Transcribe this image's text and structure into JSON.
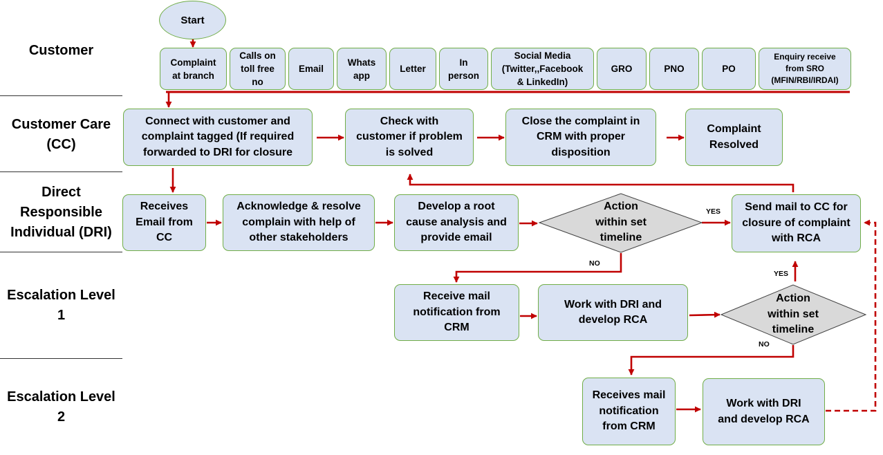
{
  "lanes": {
    "customer": "Customer",
    "cc": [
      "Customer Care",
      "(CC)"
    ],
    "dri": [
      "Direct",
      "Responsible",
      "Individual (DRI)"
    ],
    "esc1": [
      "Escalation Level",
      "1"
    ],
    "esc2": [
      "Escalation Level",
      "2"
    ]
  },
  "start": "Start",
  "channels": [
    [
      "Complaint",
      "at branch"
    ],
    [
      "Calls on",
      "toll free",
      "no"
    ],
    [
      "Email"
    ],
    [
      "Whats",
      "app"
    ],
    [
      "Letter"
    ],
    [
      "In",
      "person"
    ],
    [
      "Social Media",
      "(Twitter,,Facebook",
      "& LinkedIn)"
    ],
    [
      "GRO"
    ],
    [
      "PNO"
    ],
    [
      "PO"
    ],
    [
      "Enquiry receive",
      "from SRO",
      "(MFIN/RBI/IRDAI)"
    ]
  ],
  "cc": {
    "connect": [
      "Connect with customer and",
      "complaint tagged (If required",
      "forwarded to DRI for closure"
    ],
    "check": [
      "Check with",
      "customer if problem",
      "is solved"
    ],
    "close": [
      "Close the complaint in",
      "CRM with proper",
      "disposition"
    ],
    "resolved": [
      "Complaint",
      "Resolved"
    ]
  },
  "dri": {
    "receives": [
      "Receives",
      "Email from",
      "CC"
    ],
    "acknowledge": [
      "Acknowledge & resolve",
      "complain with help of",
      "other stakeholders"
    ],
    "develop": [
      "Develop a root",
      "cause analysis and",
      "provide email"
    ],
    "decision": [
      "Action",
      "within set",
      "timeline"
    ],
    "send": [
      "Send mail to CC for",
      "closure of complaint",
      "with RCA"
    ]
  },
  "esc1": {
    "receive": [
      "Receive mail",
      "notification from",
      "CRM"
    ],
    "work": [
      "Work  with DRI and",
      "develop RCA"
    ],
    "decision": [
      "Action",
      "within set",
      "timeline"
    ]
  },
  "esc2": {
    "receives": [
      "Receives mail",
      "notification",
      "from CRM"
    ],
    "work": [
      "Work  with DRI",
      "and develop RCA"
    ]
  },
  "labels": {
    "yes": "YES",
    "no": "NO"
  },
  "colors": {
    "box_fill": "#dae3f3",
    "box_border": "#70ad47",
    "arrow": "#c00000",
    "diamond": "#d9d9d9"
  }
}
